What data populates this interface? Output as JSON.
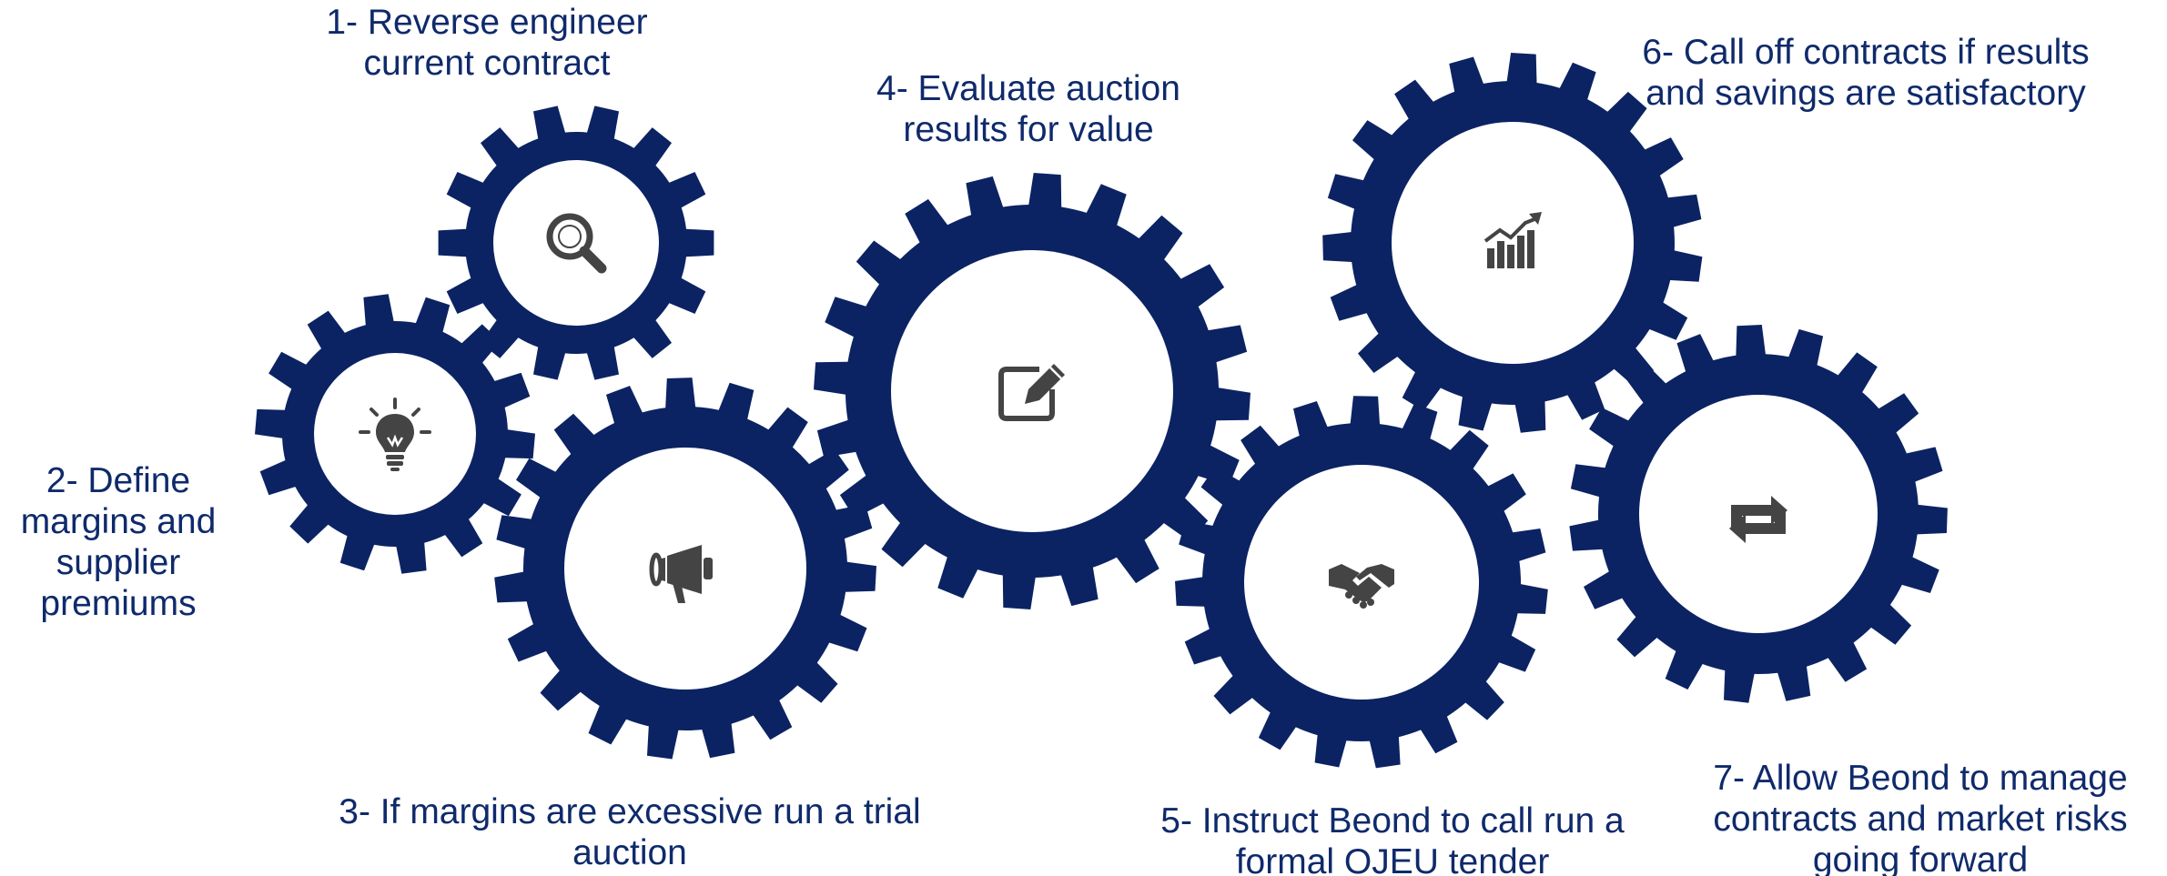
{
  "colors": {
    "gear": "#0b2363",
    "hub": "#ffffff",
    "icon": "#444444",
    "text": "#0f2a6b"
  },
  "steps": [
    {
      "lines": [
        "1- Reverse engineer",
        "current contract"
      ],
      "icon": "magnifier-icon"
    },
    {
      "lines": [
        "2- Define",
        "margins and",
        "supplier",
        "premiums"
      ],
      "icon": "lightbulb-icon"
    },
    {
      "lines": [
        "3- If margins are excessive run a trial",
        "auction"
      ],
      "icon": "megaphone-icon"
    },
    {
      "lines": [
        "4- Evaluate auction",
        "results for value"
      ],
      "icon": "edit-icon"
    },
    {
      "lines": [
        "5- Instruct Beond to call run a",
        "formal OJEU tender"
      ],
      "icon": "handshake-icon"
    },
    {
      "lines": [
        "6- Call off contracts if results",
        "and savings are satisfactory"
      ],
      "icon": "bar-chart-icon"
    },
    {
      "lines": [
        "7- Allow Beond to manage",
        "contracts and market risks",
        "going forward"
      ],
      "icon": "cycle-arrows-icon"
    }
  ]
}
